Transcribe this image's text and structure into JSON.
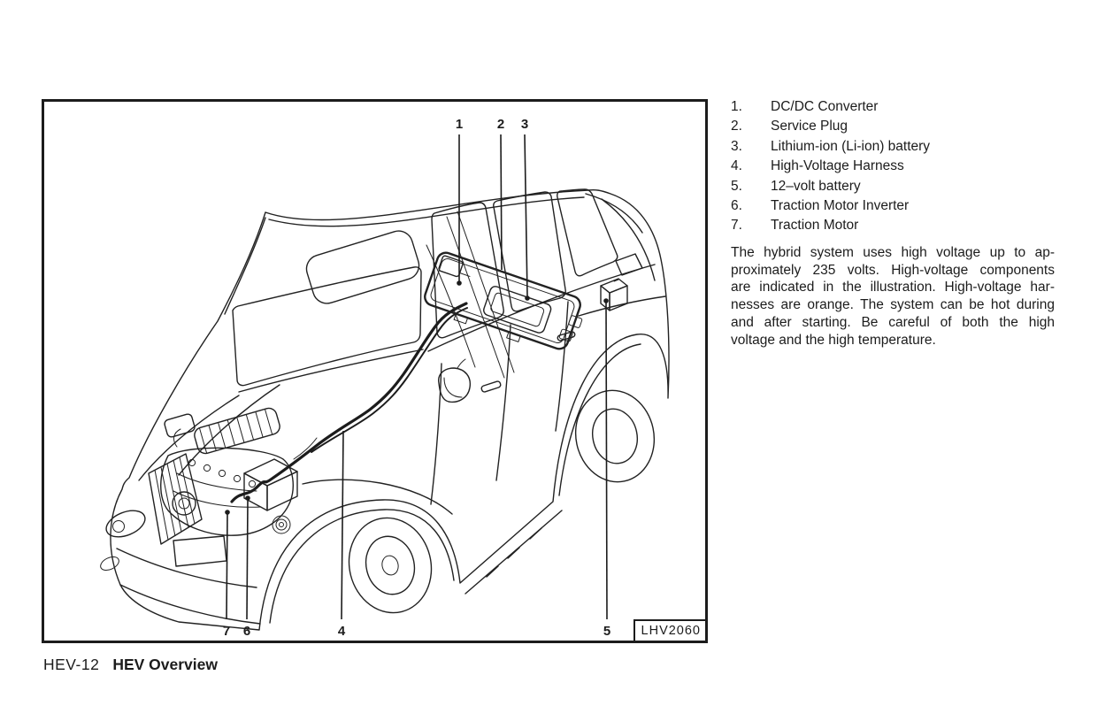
{
  "page": {
    "background": "#ffffff",
    "ink_color": "#1c1c1c"
  },
  "figure": {
    "figure_code": "LHV2060",
    "callouts": [
      {
        "num": "1"
      },
      {
        "num": "2"
      },
      {
        "num": "3"
      },
      {
        "num": "4"
      },
      {
        "num": "5"
      },
      {
        "num": "6"
      },
      {
        "num": "7"
      }
    ]
  },
  "legend": {
    "items": [
      {
        "num": "1.",
        "label": "DC/DC Converter"
      },
      {
        "num": "2.",
        "label": "Service Plug"
      },
      {
        "num": "3.",
        "label": "Lithium-ion (Li-ion) battery"
      },
      {
        "num": "4.",
        "label": "High-Voltage Harness"
      },
      {
        "num": "5.",
        "label": "12–volt battery"
      },
      {
        "num": "6.",
        "label": "Traction Motor Inverter"
      },
      {
        "num": "7.",
        "label": "Traction Motor"
      }
    ],
    "description_lines": [
      "The hybrid system uses high voltage up to ap-",
      "proximately 235 volts. High-voltage components",
      "are indicated in the illustration. High-voltage har-",
      "nesses are orange. The system can be hot during",
      "and after starting. Be careful of both the high",
      "voltage and the high temperature."
    ],
    "description": "The hybrid system uses high voltage up to approximately 235 volts. High-voltage components are indicated in the illustration. High-voltage harnesses are orange. The system can be hot during and after starting. Be careful of both the high voltage and the high temperature."
  },
  "footer": {
    "page_code": "HEV-12",
    "section_title": "HEV Overview"
  }
}
